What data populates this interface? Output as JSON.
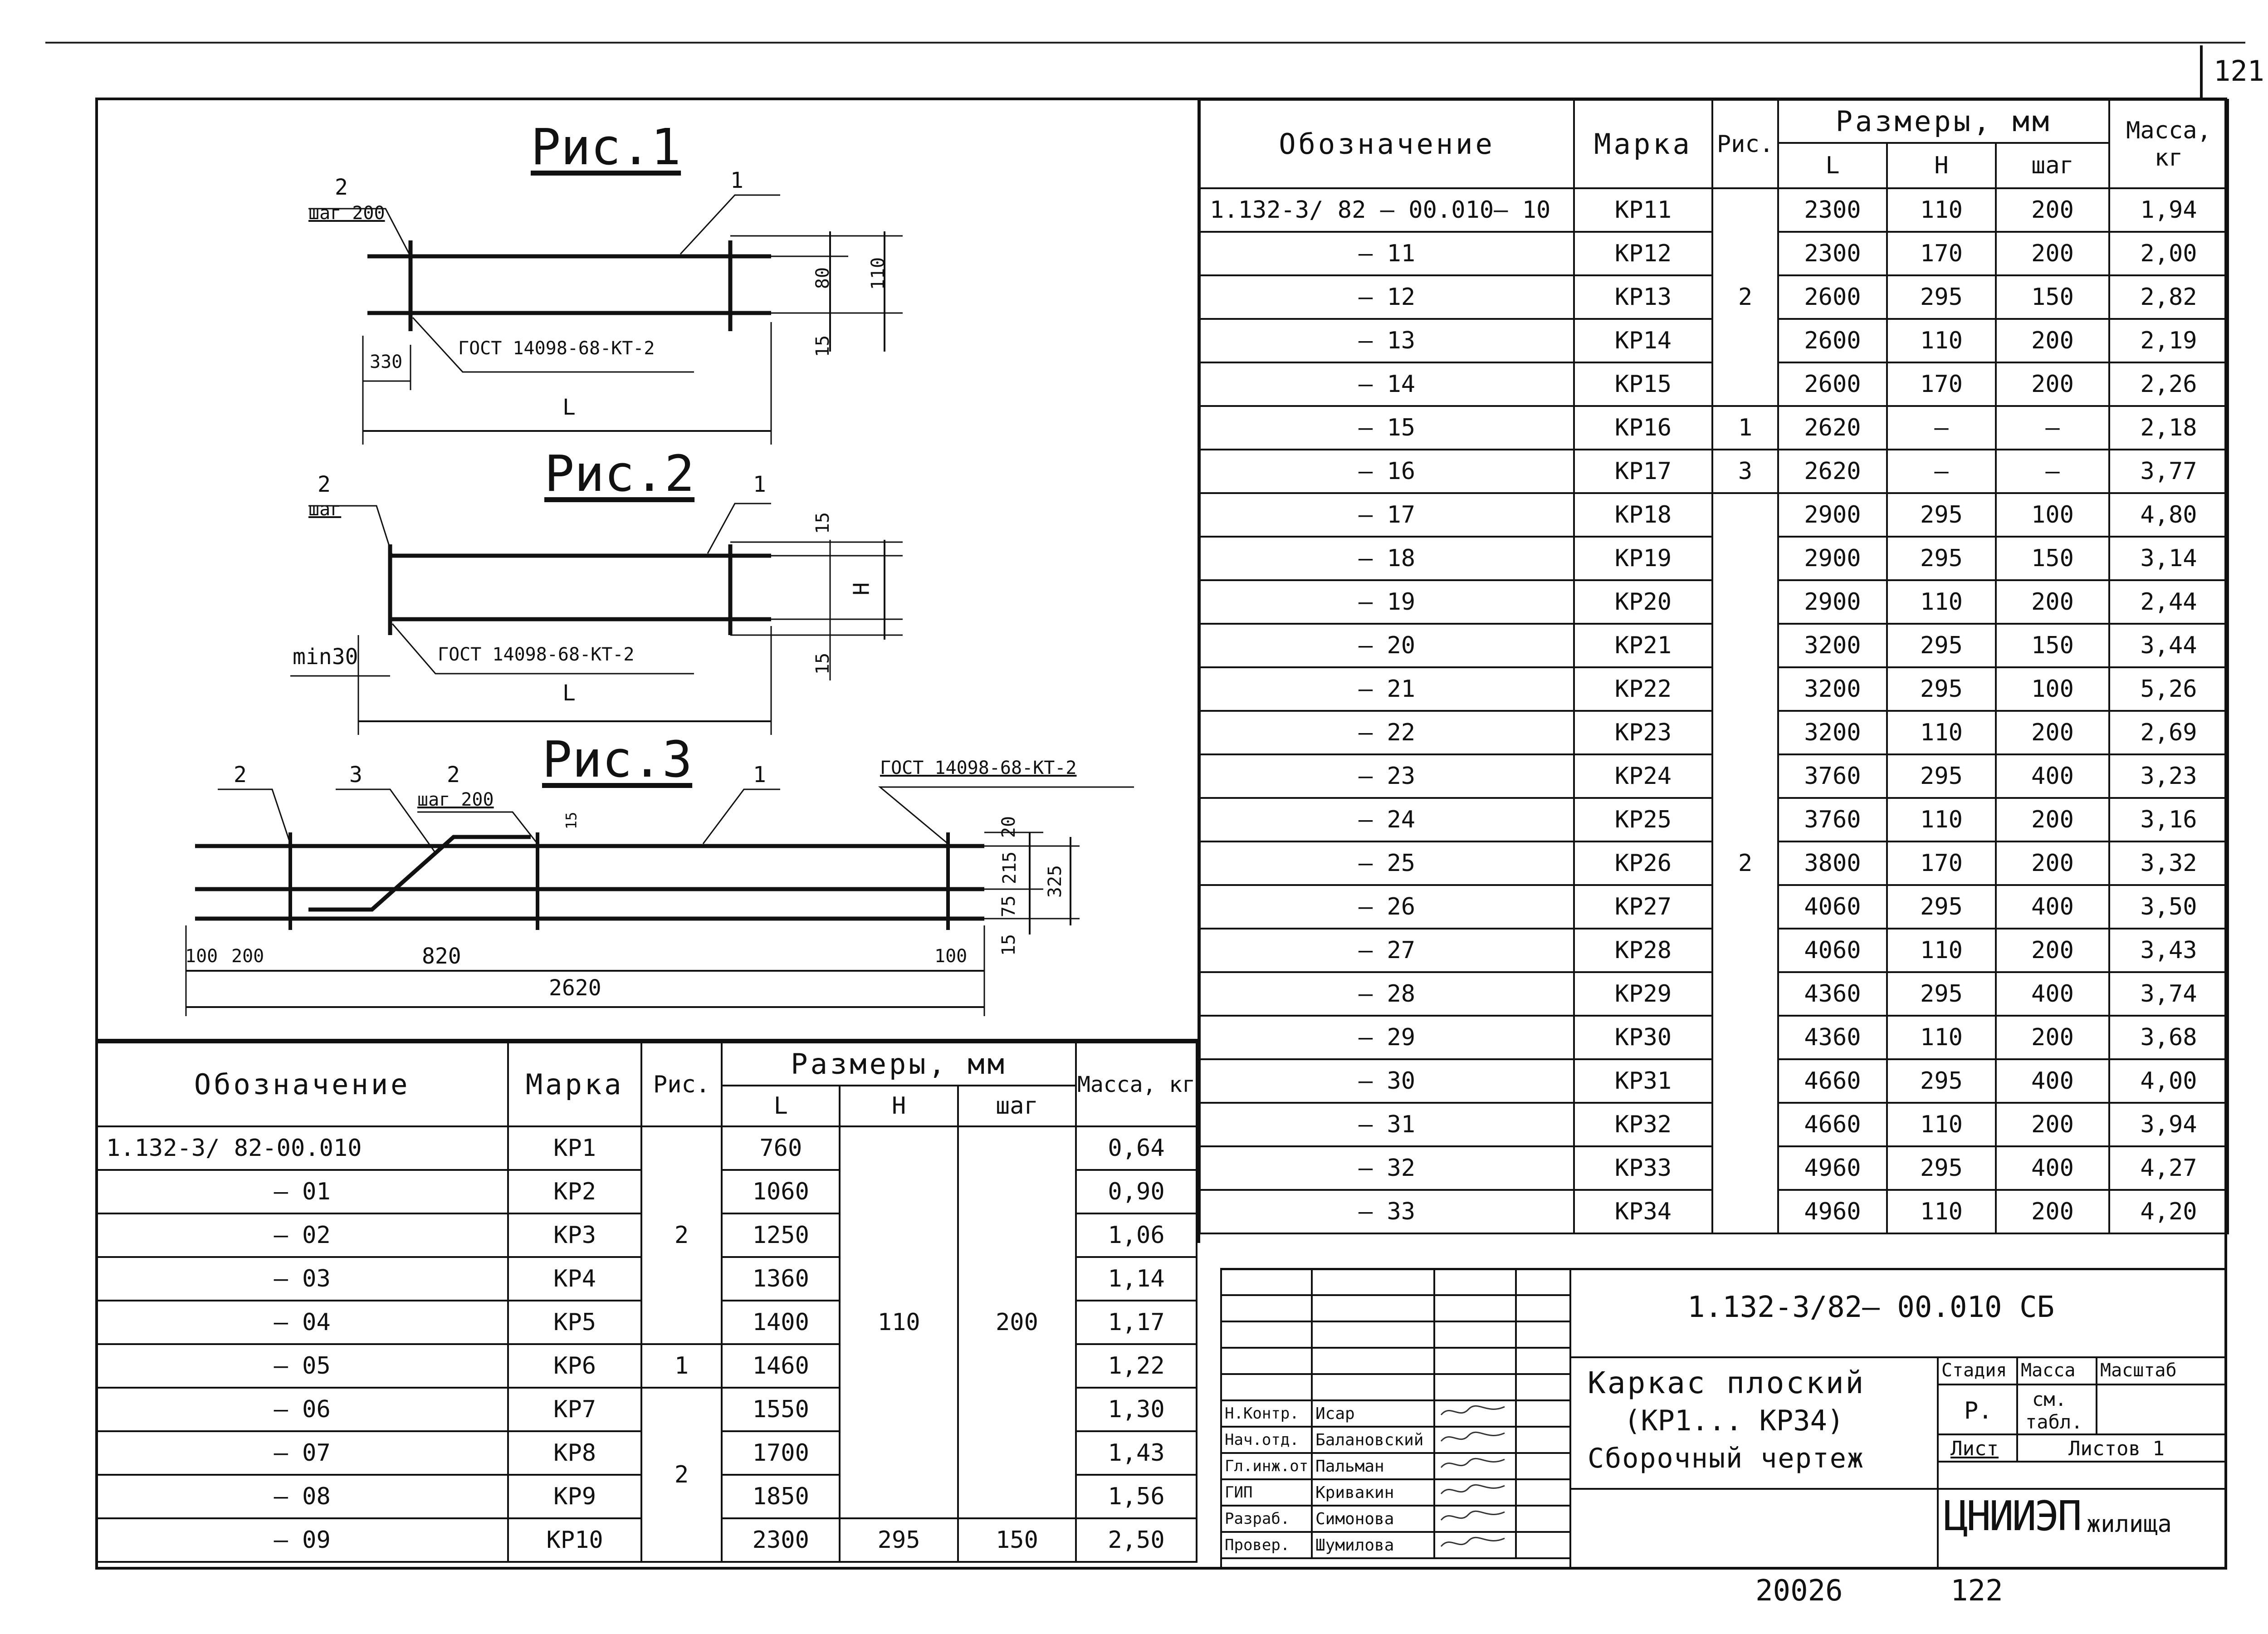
{
  "page": {
    "sheet_number_top": "121",
    "sheet_number_bottom": "122",
    "inventory_number": "20026"
  },
  "figures": {
    "fig1": {
      "title": "Рис.1",
      "labels": {
        "pos2": "2",
        "step": "шаг 200",
        "pos1": "1",
        "d330": "330",
        "gost": "ГОСТ 14098-68-КТ-2",
        "L": "L",
        "d80": "80",
        "d110": "110",
        "d15": "15"
      }
    },
    "fig2": {
      "title": "Рис.2",
      "labels": {
        "pos2": "2",
        "step": "шаг",
        "pos1": "1",
        "min30": "min30",
        "gost": "ГОСТ 14098-68-КТ-2",
        "L": "L",
        "d15a": "15",
        "H": "H",
        "d15b": "15"
      }
    },
    "fig3": {
      "title": "Рис.3",
      "labels": {
        "pos2a": "2",
        "pos3": "3",
        "pos2b": "2",
        "step": "шаг 200",
        "pos1": "1",
        "gost": "ГОСТ 14098-68-КТ-2",
        "d15": "15",
        "d20": "20",
        "d215": "215",
        "d75": "75",
        "d325": "325",
        "d15b": "15",
        "d100a": "100",
        "d200": "200",
        "d820": "820",
        "d100b": "100",
        "d2620": "2620"
      }
    }
  },
  "left_table": {
    "headers": {
      "designation": "Обозначение",
      "mark": "Марка",
      "fig": "Рис.",
      "dims": "Размеры, мм",
      "L": "L",
      "H": "H",
      "step": "шаг",
      "mass": "Масса, кг"
    },
    "rows": [
      {
        "des": "1.132-3/ 82-00.010",
        "mark": "КР1",
        "L": "760",
        "mass": "0,64"
      },
      {
        "des": "– 01",
        "mark": "КР2",
        "L": "1060",
        "mass": "0,90"
      },
      {
        "des": "– 02",
        "mark": "КР3",
        "L": "1250",
        "mass": "1,06"
      },
      {
        "des": "– 03",
        "mark": "КР4",
        "L": "1360",
        "mass": "1,14"
      },
      {
        "des": "– 04",
        "mark": "КР5",
        "L": "1400",
        "mass": "1,17"
      },
      {
        "des": "– 05",
        "mark": "КР6",
        "L": "1460",
        "mass": "1,22"
      },
      {
        "des": "– 06",
        "mark": "КР7",
        "L": "1550",
        "mass": "1,30"
      },
      {
        "des": "– 07",
        "mark": "КР8",
        "L": "1700",
        "mass": "1,43"
      },
      {
        "des": "– 08",
        "mark": "КР9",
        "L": "1850",
        "mass": "1,56"
      },
      {
        "des": "– 09",
        "mark": "КР10",
        "L": "2300",
        "H": "295",
        "step": "150",
        "mass": "2,50"
      }
    ],
    "merged": {
      "fig_a": "2",
      "fig_b": "1",
      "fig_c": "2",
      "H": "110",
      "step": "200"
    }
  },
  "right_table": {
    "headers": {
      "designation": "Обозначение",
      "mark": "Марка",
      "fig": "Рис.",
      "dims": "Размеры, мм",
      "L": "L",
      "H": "H",
      "step": "шаг",
      "mass": "Масса, кг"
    },
    "rows": [
      {
        "des": "1.132-3/ 82 – 00.010– 10",
        "mark": "КР11",
        "L": "2300",
        "H": "110",
        "step": "200",
        "mass": "1,94"
      },
      {
        "des": "– 11",
        "mark": "КР12",
        "L": "2300",
        "H": "170",
        "step": "200",
        "mass": "2,00"
      },
      {
        "des": "– 12",
        "mark": "КР13",
        "L": "2600",
        "H": "295",
        "step": "150",
        "mass": "2,82"
      },
      {
        "des": "– 13",
        "mark": "КР14",
        "L": "2600",
        "H": "110",
        "step": "200",
        "mass": "2,19"
      },
      {
        "des": "– 14",
        "mark": "КР15",
        "L": "2600",
        "H": "170",
        "step": "200",
        "mass": "2,26"
      },
      {
        "des": "– 15",
        "mark": "КР16",
        "fig": "1",
        "L": "2620",
        "H": "—",
        "step": "—",
        "mass": "2,18"
      },
      {
        "des": "– 16",
        "mark": "КР17",
        "fig": "3",
        "L": "2620",
        "H": "—",
        "step": "—",
        "mass": "3,77"
      },
      {
        "des": "– 17",
        "mark": "КР18",
        "L": "2900",
        "H": "295",
        "step": "100",
        "mass": "4,80"
      },
      {
        "des": "– 18",
        "mark": "КР19",
        "L": "2900",
        "H": "295",
        "step": "150",
        "mass": "3,14"
      },
      {
        "des": "– 19",
        "mark": "КР20",
        "L": "2900",
        "H": "110",
        "step": "200",
        "mass": "2,44"
      },
      {
        "des": "– 20",
        "mark": "КР21",
        "L": "3200",
        "H": "295",
        "step": "150",
        "mass": "3,44"
      },
      {
        "des": "– 21",
        "mark": "КР22",
        "L": "3200",
        "H": "295",
        "step": "100",
        "mass": "5,26"
      },
      {
        "des": "– 22",
        "mark": "КР23",
        "L": "3200",
        "H": "110",
        "step": "200",
        "mass": "2,69"
      },
      {
        "des": "– 23",
        "mark": "КР24",
        "L": "3760",
        "H": "295",
        "step": "400",
        "mass": "3,23"
      },
      {
        "des": "– 24",
        "mark": "КР25",
        "L": "3760",
        "H": "110",
        "step": "200",
        "mass": "3,16"
      },
      {
        "des": "– 25",
        "mark": "КР26",
        "L": "3800",
        "H": "170",
        "step": "200",
        "mass": "3,32"
      },
      {
        "des": "– 26",
        "mark": "КР27",
        "L": "4060",
        "H": "295",
        "step": "400",
        "mass": "3,50"
      },
      {
        "des": "– 27",
        "mark": "КР28",
        "L": "4060",
        "H": "110",
        "step": "200",
        "mass": "3,43"
      },
      {
        "des": "– 28",
        "mark": "КР29",
        "L": "4360",
        "H": "295",
        "step": "400",
        "mass": "3,74"
      },
      {
        "des": "– 29",
        "mark": "КР30",
        "L": "4360",
        "H": "110",
        "step": "200",
        "mass": "3,68"
      },
      {
        "des": "– 30",
        "mark": "КР31",
        "L": "4660",
        "H": "295",
        "step": "400",
        "mass": "4,00"
      },
      {
        "des": "– 31",
        "mark": "КР32",
        "L": "4660",
        "H": "110",
        "step": "200",
        "mass": "3,94"
      },
      {
        "des": "– 32",
        "mark": "КР33",
        "L": "4960",
        "H": "295",
        "step": "400",
        "mass": "4,27"
      },
      {
        "des": "– 33",
        "mark": "КР34",
        "L": "4960",
        "H": "110",
        "step": "200",
        "mass": "4,20"
      }
    ],
    "merged": {
      "fig_a": "2",
      "fig_b": "2"
    }
  },
  "title_block": {
    "code": "1.132-3/82– 00.010 СБ",
    "name_line1": "Каркас плоский",
    "name_line2": "(КР1... КР34)",
    "name_line3": "Сборочный чертеж",
    "stage_label": "Стадия",
    "mass_label": "Масса",
    "scale_label": "Масштаб",
    "stage_value": "Р.",
    "mass_value_1": "см.",
    "mass_value_2": "табл.",
    "sheet_label": "Лист",
    "sheets_label": "Листов 1",
    "org_main": "ЦНИИЭП",
    "org_sub": "жилища",
    "signers": [
      {
        "role": "Н.Контр.",
        "name": "Исар"
      },
      {
        "role": "Нач.отд.",
        "name": "Балановский"
      },
      {
        "role": "Гл.инж.от.",
        "name": "Пальман"
      },
      {
        "role": "ГИП",
        "name": "Кривакин"
      },
      {
        "role": "Разраб.",
        "name": "Симонова"
      },
      {
        "role": "Провер.",
        "name": "Шумилова"
      }
    ]
  }
}
